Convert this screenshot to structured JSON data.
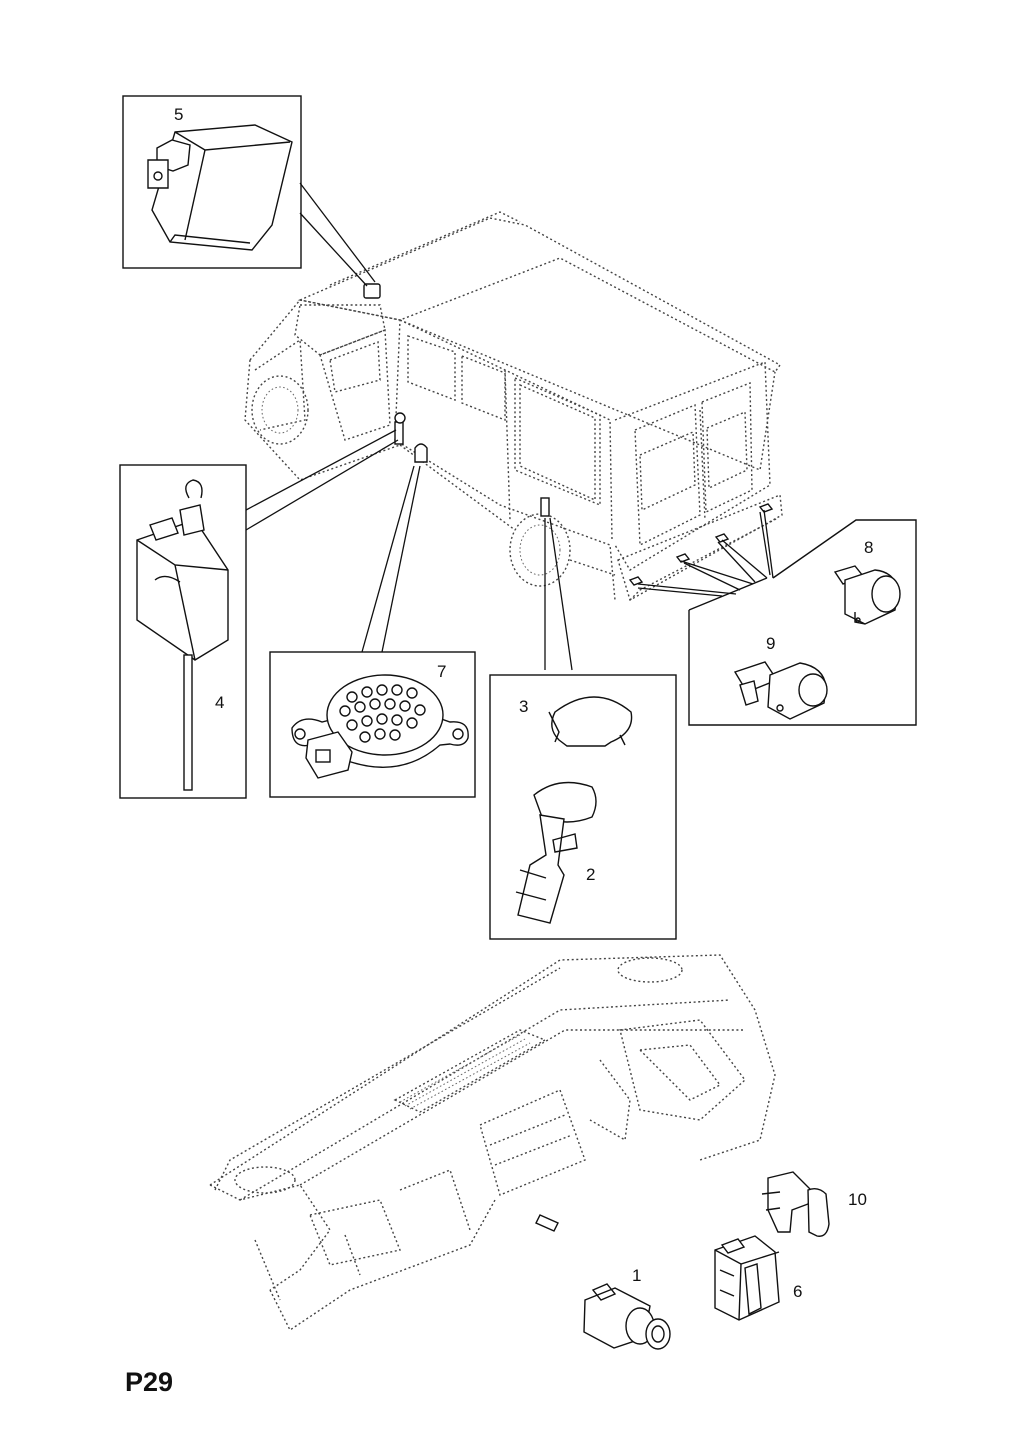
{
  "page_code": "P29",
  "callouts": {
    "c1": "1",
    "c2": "2",
    "c3": "3",
    "c4": "4",
    "c5": "5",
    "c6": "6",
    "c7": "7",
    "c8": "8",
    "c9": "9",
    "c10": "10"
  }
}
